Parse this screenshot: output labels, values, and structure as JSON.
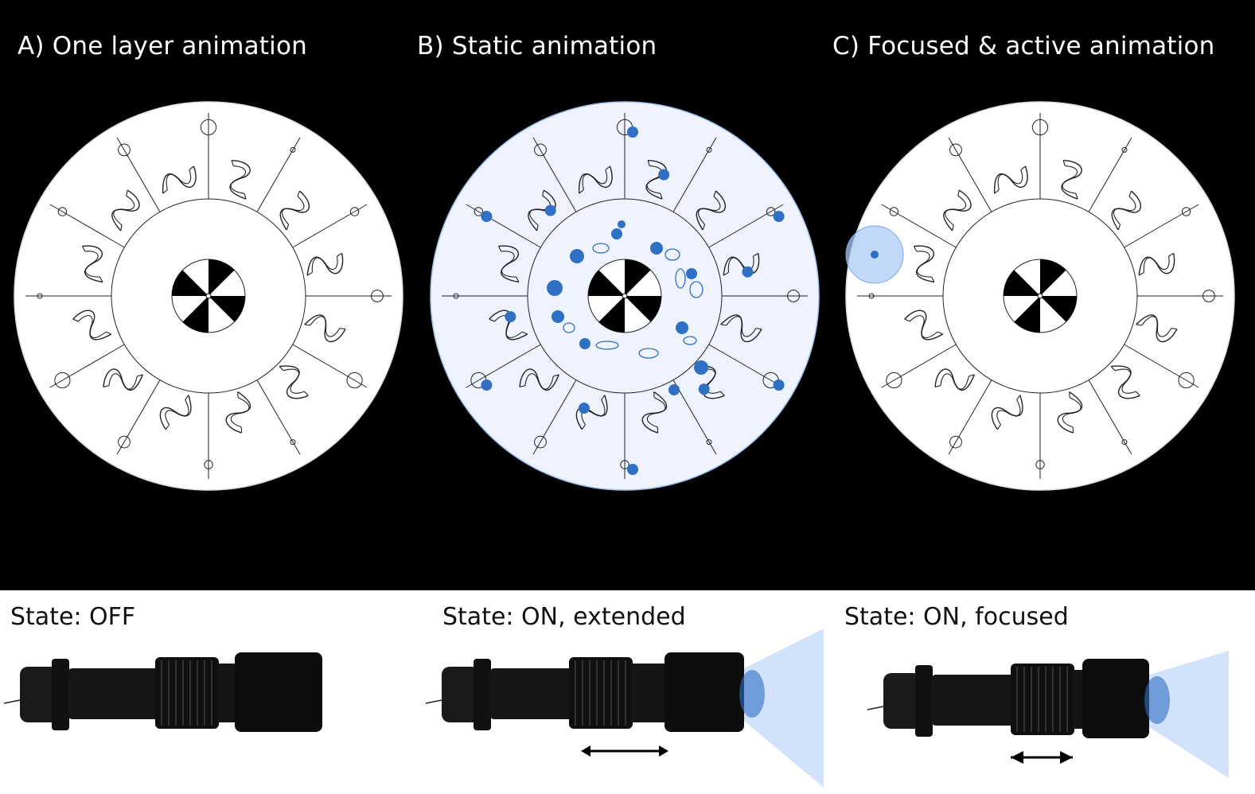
{
  "panels": [
    {
      "title": "A) One layer animation",
      "state_label": "State: OFF",
      "mode": "off"
    },
    {
      "title": "B) Static animation",
      "state_label": "State: ON, extended",
      "mode": "extended"
    },
    {
      "title": "C) Focused & active animation",
      "state_label": "State: ON, focused",
      "mode": "focused"
    }
  ],
  "colors": {
    "background_top": "#000000",
    "background_bottom": "#ffffff",
    "disc_fill": "#ffffff",
    "disc_tint": "#eef3fd",
    "uv_blue": "#2f6fc4",
    "uv_glow": "#aecbf7",
    "line": "#222222"
  },
  "icons": [
    "zoetrope-disc",
    "dna-helix-icon",
    "cell-icon",
    "pinwheel-center",
    "flashlight",
    "double-arrow-icon",
    "narrow-arrow-icon",
    "uv-light-cone"
  ]
}
